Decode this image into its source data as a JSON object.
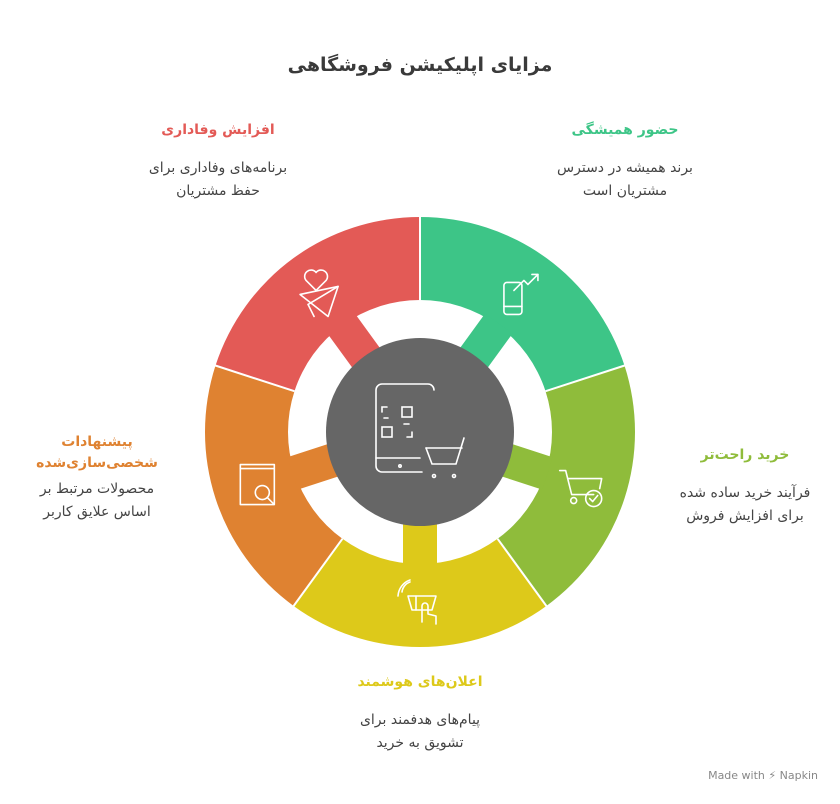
{
  "title": "مزایای اپلیکیشن فروشگاهی",
  "center": {
    "icon": "phone-qr-cart-icon",
    "color": "#666666"
  },
  "segments": [
    {
      "id": "always-present",
      "title": "حضور همیشگی",
      "desc1": "برند همیشه در دسترس",
      "desc2": "مشتریان است",
      "color": "#3DC587",
      "icon": "phone-growth-arrow-icon"
    },
    {
      "id": "easier-purchase",
      "title": "خرید راحت‌تر",
      "desc1": "فرآیند خرید ساده شده",
      "desc2": "برای افزایش فروش",
      "color": "#8FBC3B",
      "icon": "cart-check-icon"
    },
    {
      "id": "smart-ads",
      "title": "اعلان‌های هوشمند",
      "desc1": "پیام‌های هدفمند برای",
      "desc2": "تشویق به خرید",
      "color": "#DDC91A",
      "icon": "tap-basket-icon"
    },
    {
      "id": "personalized",
      "title": "پیشنهادات شخصی‌سازی‌شده",
      "desc1": "محصولات مرتبط بر",
      "desc2": "اساس علایق کاربر",
      "color": "#DF8231",
      "icon": "book-search-icon"
    },
    {
      "id": "loyalty",
      "title": "افزایش وفاداری",
      "desc1": "برنامه‌های وفاداری برای",
      "desc2": "حفظ مشتریان",
      "color": "#E35A56",
      "icon": "heart-paper-plane-icon"
    }
  ],
  "footer": {
    "made_with": "Made with",
    "brand": "Napkin"
  }
}
